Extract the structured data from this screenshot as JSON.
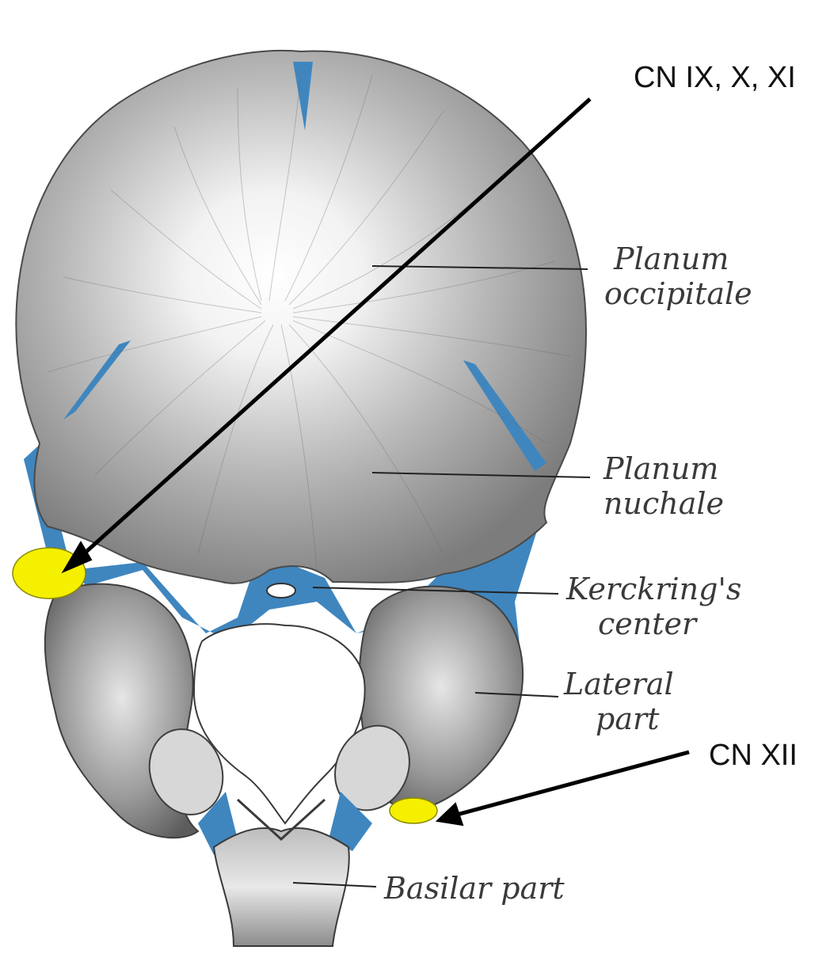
{
  "figure": {
    "nerve_labels": {
      "upper": "CN IX, X, XI",
      "lower": "CN XII"
    },
    "part_labels": {
      "planum_occipitale": [
        "Planum",
        "occipitale"
      ],
      "planum_nuchale": [
        "Planum",
        "nuchale"
      ],
      "kerckring_center": [
        "Kerckring's",
        "center"
      ],
      "lateral_part": [
        "Lateral",
        "part"
      ],
      "basilar_part": "Basilar part"
    },
    "colors": {
      "bone": "#9a9a9a",
      "bone_light": "#f4f4f4",
      "cartilage_blue": "#3f86bf",
      "foramen_marker": "#f5f000",
      "arrow": "#000000"
    }
  }
}
